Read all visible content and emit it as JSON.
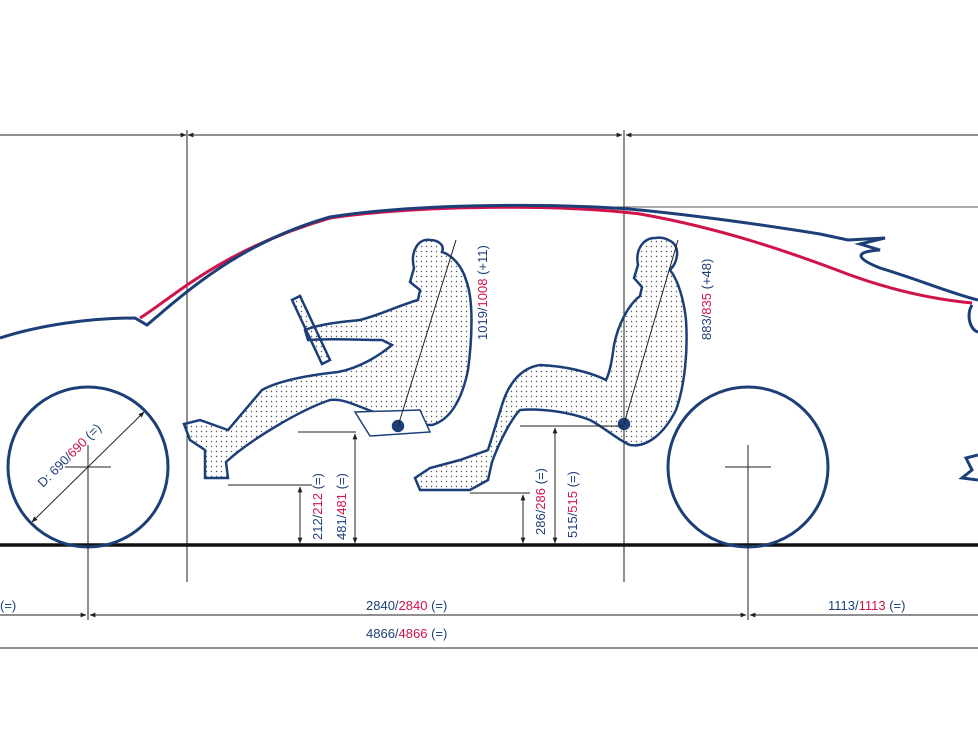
{
  "colors": {
    "blue": "#1d3f78",
    "red": "#d0144a",
    "ink": "#222222",
    "seat_fill": "#eeeeee"
  },
  "wheel_diameter": {
    "prefix": "D: 690/",
    "value": "690",
    "suffix": " (=)"
  },
  "front_headroom": {
    "prefix": "1019/",
    "value": "1008",
    "suffix": " (+11)"
  },
  "rear_headroom": {
    "prefix": "883/",
    "value": "835",
    "suffix": " (+48)"
  },
  "front_heel_height": {
    "prefix": "212/",
    "value": "212",
    "suffix": " (=)"
  },
  "front_hip_height": {
    "prefix": "481/",
    "value": "481",
    "suffix": " (=)"
  },
  "rear_heel_height": {
    "prefix": "286/",
    "value": "286",
    "suffix": " (=)"
  },
  "rear_hip_height": {
    "prefix": "515/",
    "value": "515",
    "suffix": " (=)"
  },
  "front_overhang": {
    "suffix": " (=)"
  },
  "wheelbase": {
    "prefix": "2840/",
    "value": "2840",
    "suffix": " (=)"
  },
  "rear_overhang": {
    "prefix": "1113/",
    "value": "1113",
    "suffix": " (=)"
  },
  "overall_length": {
    "prefix": "4866/",
    "value": "4866",
    "suffix": " (=)"
  }
}
